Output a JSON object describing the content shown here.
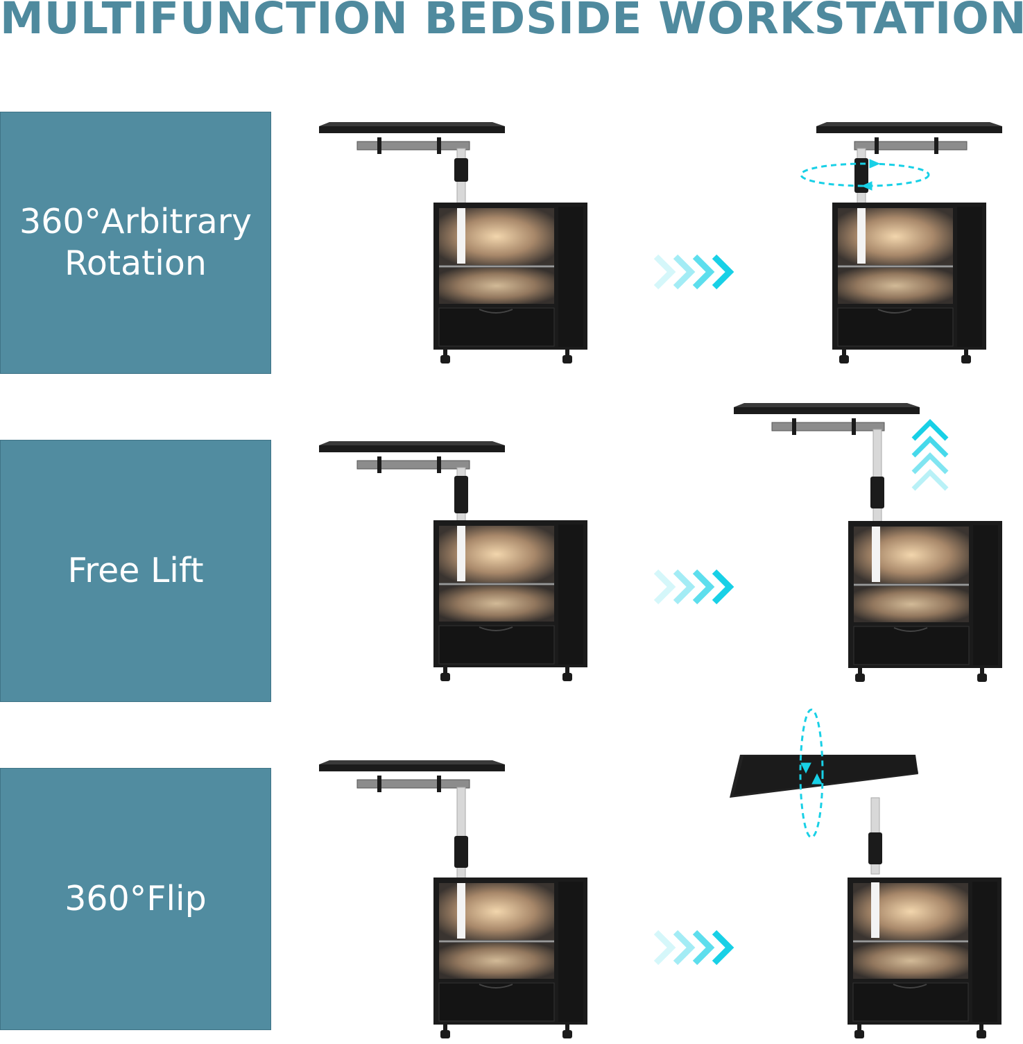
{
  "title": "MULTIFUNCTION BEDSIDE WORKSTATION",
  "colors": {
    "title": "#4f8a9e",
    "panel": "#518ca0",
    "panel_border": "#3f7386",
    "arrow": "#18d0e6",
    "furniture": "#1b1b1b",
    "glow": "#e8c79a"
  },
  "features": [
    {
      "label": "360°Arbitrary\nRotation",
      "motion_icon": "rotate-horizontal-icon"
    },
    {
      "label": "Free Lift",
      "motion_icon": "lift-up-icon"
    },
    {
      "label": "360°Flip",
      "motion_icon": "flip-vertical-icon"
    }
  ],
  "transition_icon": "chevron-right-arrows-icon"
}
